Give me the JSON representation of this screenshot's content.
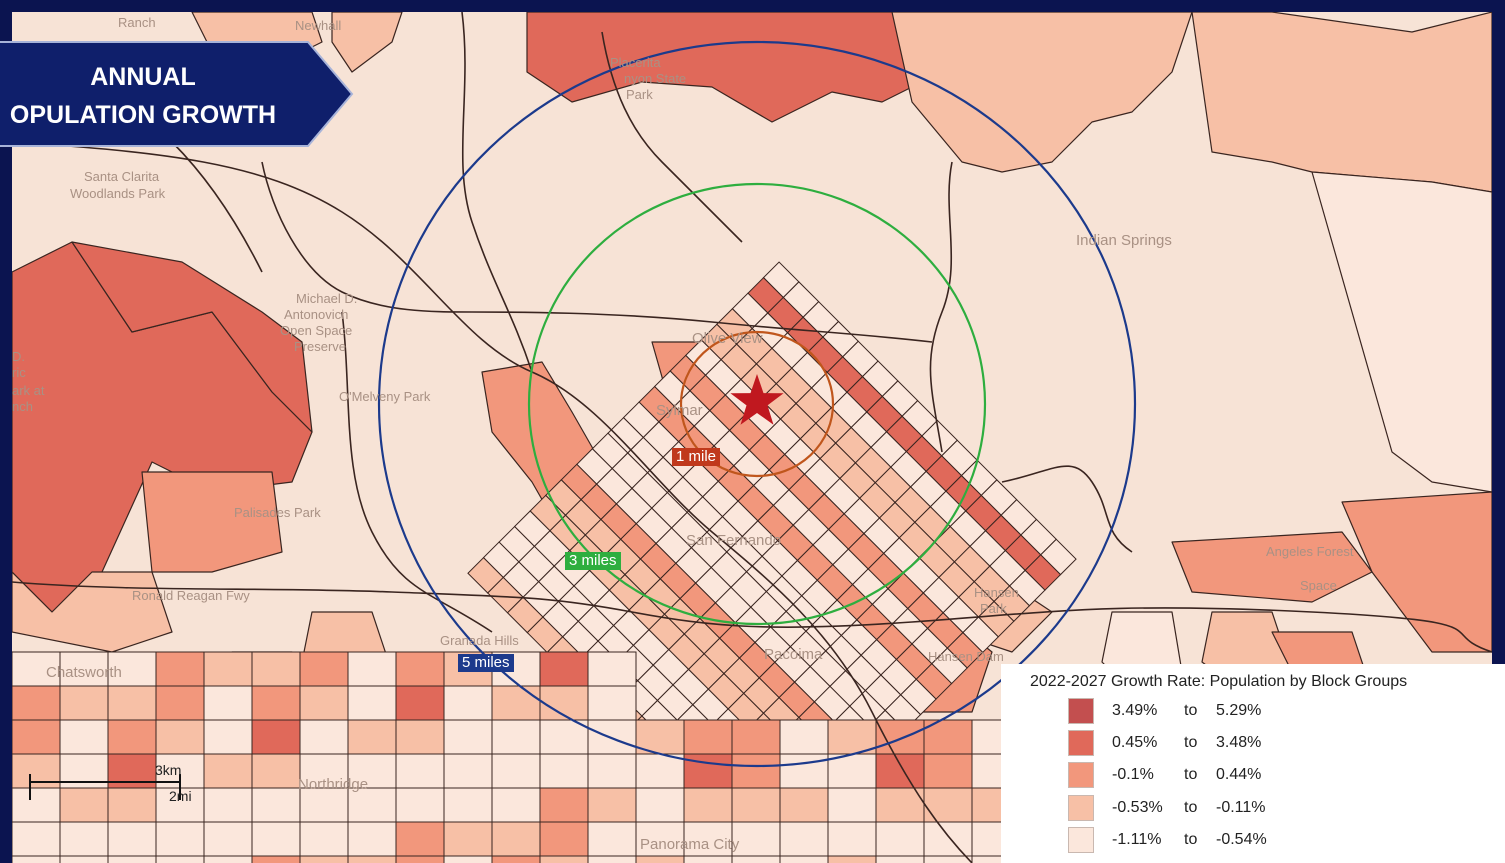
{
  "banner": {
    "line1": "ANNUAL",
    "line2": "OPULATION GROWTH"
  },
  "site_marker": {
    "icon": "star-icon",
    "color": "#c0181f"
  },
  "rings": [
    {
      "label": "1 mile",
      "stroke": "#c0561c",
      "label_bg": "#c0391c"
    },
    {
      "label": "3 miles",
      "stroke": "#2eae3f",
      "label_bg": "#2eae3f"
    },
    {
      "label": "5 miles",
      "stroke": "#1c3a8c",
      "label_bg": "#1c3a8c"
    }
  ],
  "places": [
    "Ranch",
    "Newhall",
    "Placerita",
    "nyon State",
    "Park",
    "Santa Clarita",
    "Woodlands Park",
    "Indian Springs",
    "Michael D.",
    "Antonovich",
    "Open Space",
    "Preserve",
    "O'Melveny Park",
    "Olive View",
    "Sylmar",
    "Palisades Park",
    "San Fernando",
    "Angeles Forest",
    "Space",
    "Hansen",
    "Park",
    "Hansen Dam",
    "Granada Hills",
    "Chatsworth",
    "Northridge",
    "Pacoima",
    "Panorama City",
    "D.",
    "ric",
    "ark at",
    "nch",
    "Ronald Reagan Fwy"
  ],
  "legend": {
    "title": "2022-2027 Growth Rate: Population by Block Groups",
    "to_word": "to",
    "items": [
      {
        "from": "3.49%",
        "to": "5.29%",
        "color": "#c34f4f"
      },
      {
        "from": "0.45%",
        "to": "3.48%",
        "color": "#e0695a"
      },
      {
        "from": "-0.1%",
        "to": "0.44%",
        "color": "#f2977c"
      },
      {
        "from": "-0.53%",
        "to": "-0.11%",
        "color": "#f7c0a6"
      },
      {
        "from": "-1.11%",
        "to": "-0.54%",
        "color": "#fbe7dc"
      }
    ]
  },
  "scale": {
    "km": "3km",
    "mi": "2mi"
  },
  "colors": {
    "frame_bg": "#0b1450",
    "banner_fill": "#0f1f6b",
    "banner_border": "#a7b3d9",
    "map_base": "#f7e3d6",
    "boundary": "#3a2520"
  }
}
